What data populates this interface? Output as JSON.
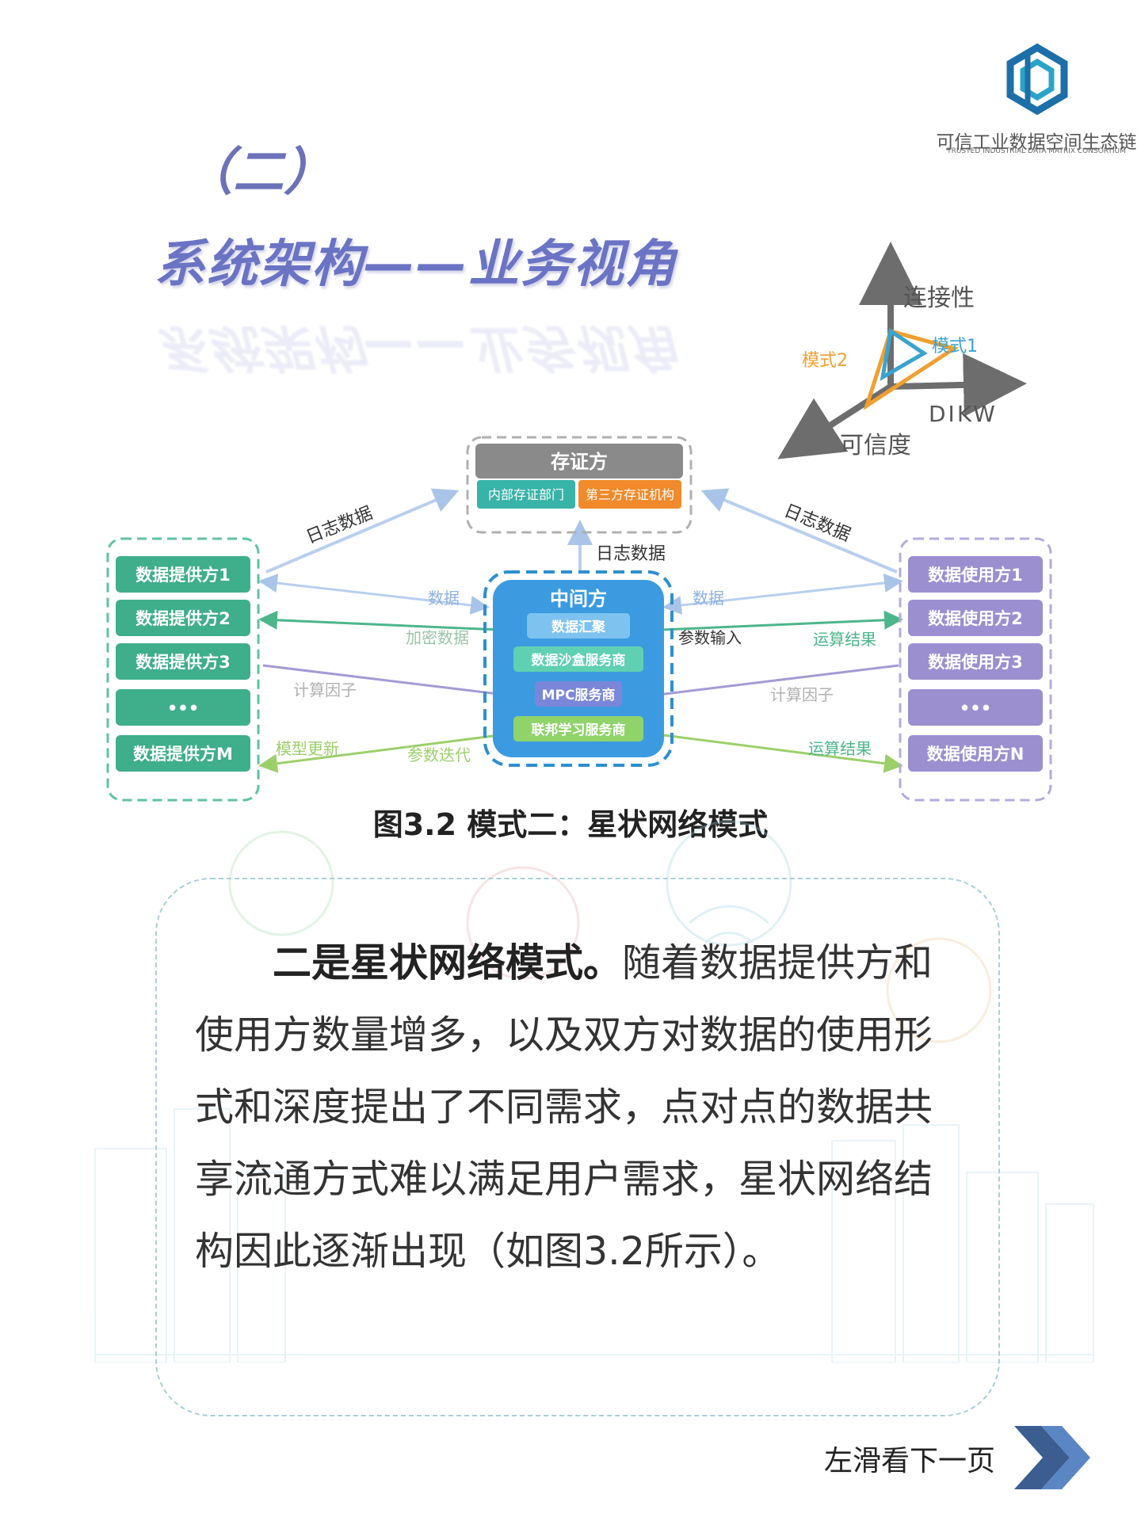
{
  "logo": {
    "name": "可信工业数据空间生态链",
    "subtitle": "TRUSTED INDUSTRIAL DATA MATRIX CONSORTIUM"
  },
  "section": {
    "number": "（二）",
    "title": "系统架构——业务视角"
  },
  "axis_inset": {
    "axes": [
      "连接性",
      "DIKW",
      "可信度"
    ],
    "modes": [
      "模式2",
      "模式1"
    ],
    "colors": {
      "mode1": "#3aa3d0",
      "mode2": "#f0a030"
    }
  },
  "diagram": {
    "notary": {
      "title": "存证方",
      "items": [
        "内部存证部门",
        "第三方存证机构"
      ]
    },
    "providers": [
      "数据提供方1",
      "数据提供方2",
      "数据提供方3",
      "•••",
      "数据提供方M"
    ],
    "users": [
      "数据使用方1",
      "数据使用方2",
      "数据使用方3",
      "•••",
      "数据使用方N"
    ],
    "intermediary": {
      "title": "中间方",
      "items": [
        "数据汇聚",
        "数据沙盒服务商",
        "MPC服务商",
        "联邦学习服务商"
      ]
    },
    "edges": {
      "log_left": "日志数据",
      "log_right": "日志数据",
      "log_center": "日志数据",
      "left": [
        "数据",
        "加密数据",
        "计算因子",
        "模型更新",
        "参数迭代"
      ],
      "right": [
        "数据",
        "参数输入",
        "运算结果",
        "计算因子",
        "运算结果"
      ]
    },
    "colors": {
      "provider": "#3fae8a",
      "user": "#9b8fd0",
      "center": "#2d8fd0",
      "notary": "#8a8a8a",
      "notary_left": "#38b3a8",
      "notary_right": "#f08a2a"
    }
  },
  "caption": "图3.2  模式二：星状网络模式",
  "body": {
    "lead": "二是星状网络模式。",
    "text": "随着数据提供方和使用方数量增多，以及双方对数据的使用形式和深度提出了不同需求，点对点的数据共享流通方式难以满足用户需求，星状网络结构因此逐渐出现（如图3.2所示）。"
  },
  "footer": {
    "next": "左滑看下一页"
  }
}
